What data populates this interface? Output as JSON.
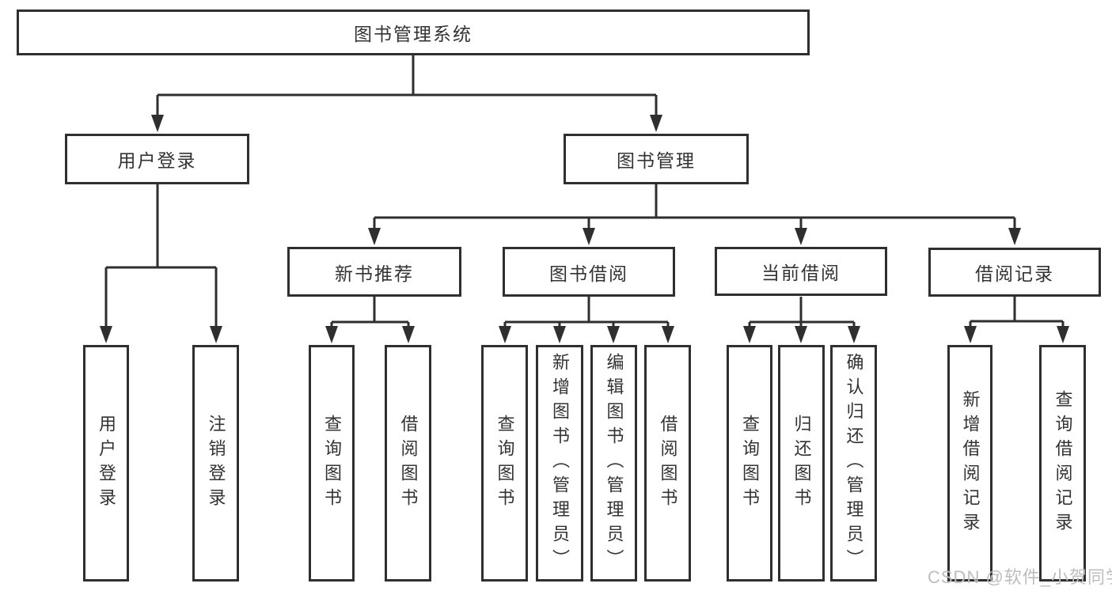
{
  "diagram": {
    "root": {
      "label": "图书管理系统"
    },
    "branches": [
      {
        "label": "用户登录",
        "children": [
          {
            "label": "用户登录"
          },
          {
            "label": "注销登录"
          }
        ]
      },
      {
        "label": "图书管理",
        "children": [
          {
            "label": "新书推荐",
            "children": [
              {
                "label": "查询图书"
              },
              {
                "label": "借阅图书"
              }
            ]
          },
          {
            "label": "图书借阅",
            "children": [
              {
                "label": "查询图书"
              },
              {
                "label": "新增图书（管理员）"
              },
              {
                "label": "编辑图书（管理员）"
              },
              {
                "label": "借阅图书"
              }
            ]
          },
          {
            "label": "当前借阅",
            "children": [
              {
                "label": "查询图书"
              },
              {
                "label": "归还图书"
              },
              {
                "label": "确认归还（管理员）"
              }
            ]
          },
          {
            "label": "借阅记录",
            "children": [
              {
                "label": "新增借阅记录"
              },
              {
                "label": "查询借阅记录"
              }
            ]
          }
        ]
      }
    ]
  },
  "watermark": "CSDN @软件_小贺同学",
  "colors": {
    "line": "#2f2f2f",
    "box_fill": "#ffffff",
    "text": "#333333",
    "watermark": "#bdbdbd",
    "background": "#ffffff"
  }
}
